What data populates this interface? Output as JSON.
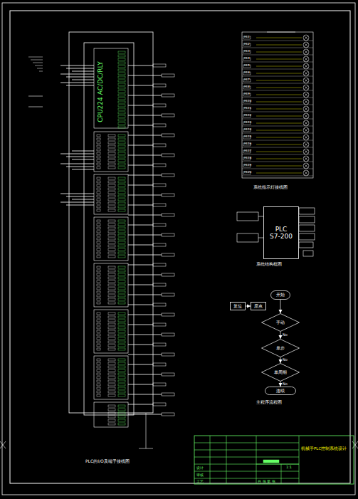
{
  "diagram": {
    "nodes": [
      {
        "text": [
          "PLC",
          "S7-200"
        ]
      },
      {
        "text": [
          "开始"
        ]
      },
      {
        "text": [
          "复位"
        ]
      },
      {
        "text": [
          "原点"
        ]
      },
      {
        "text": [
          "手动"
        ]
      },
      {
        "text": [
          "单步"
        ]
      },
      {
        "text": [
          "单周期"
        ]
      },
      {
        "text": [
          "连续"
        ]
      }
    ],
    "edges": [
      {
        "from": 2,
        "to": 3,
        "arrow": "to"
      },
      {
        "from": 1,
        "to": 4,
        "arrow": "to"
      },
      {
        "from": 4,
        "to": 5,
        "label": "No",
        "arrow": "to"
      },
      {
        "from": 5,
        "to": 6,
        "label": "No",
        "arrow": "to"
      },
      {
        "from": 6,
        "to": 7,
        "label": "No",
        "arrow": "to"
      }
    ],
    "labels": [
      "CPU224 AC/DC/RLY",
      "PLC的I/O及端子接线图",
      "HL1",
      "HL2",
      "HL3",
      "HL4",
      "HL5",
      "HL6",
      "HL7",
      "HL8",
      "HL9",
      "HL10",
      "HL11",
      "HL12",
      "HL13",
      "HL14",
      "HL15",
      "HL16",
      "HL17",
      "HL18",
      "HL19",
      "HL20",
      "系统指示灯接线图",
      "系统结构框图",
      "主程序流程图",
      "机械手PLC控制系统设计",
      "设计",
      "审核",
      "工艺",
      "1:1",
      "共 张 第 张"
    ]
  }
}
